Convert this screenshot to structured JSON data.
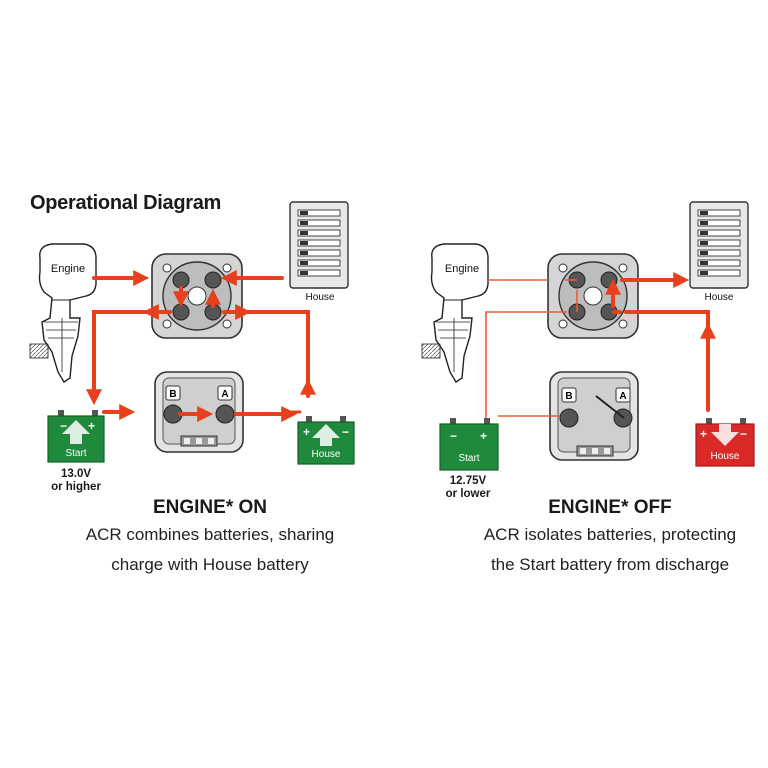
{
  "title": "Operational Diagram",
  "colors": {
    "current_arrow": "#e8401c",
    "wire": "#ef5a3a",
    "battery_green": "#1f8a3c",
    "battery_red": "#d92a27"
  },
  "panels": [
    {
      "heading": "ENGINE* ON",
      "description": [
        "ACR combines batteries, sharing",
        "charge with House battery"
      ],
      "engine_label": "Engine",
      "panel_label": "House",
      "start_battery": {
        "label": "Start",
        "voltage": [
          "13.0V",
          "or higher"
        ],
        "state": "charging"
      },
      "house_battery": {
        "label": "House",
        "state": "charging"
      },
      "acr_terminals": [
        "B",
        "A"
      ]
    },
    {
      "heading": "ENGINE* OFF",
      "description": [
        "ACR isolates batteries, protecting",
        "the Start battery from discharge"
      ],
      "engine_label": "Engine",
      "panel_label": "House",
      "start_battery": {
        "label": "Start",
        "voltage": [
          "12.75V",
          "or lower"
        ],
        "state": "isolated"
      },
      "house_battery": {
        "label": "House",
        "state": "discharging"
      },
      "acr_terminals": [
        "B",
        "A"
      ]
    }
  ]
}
